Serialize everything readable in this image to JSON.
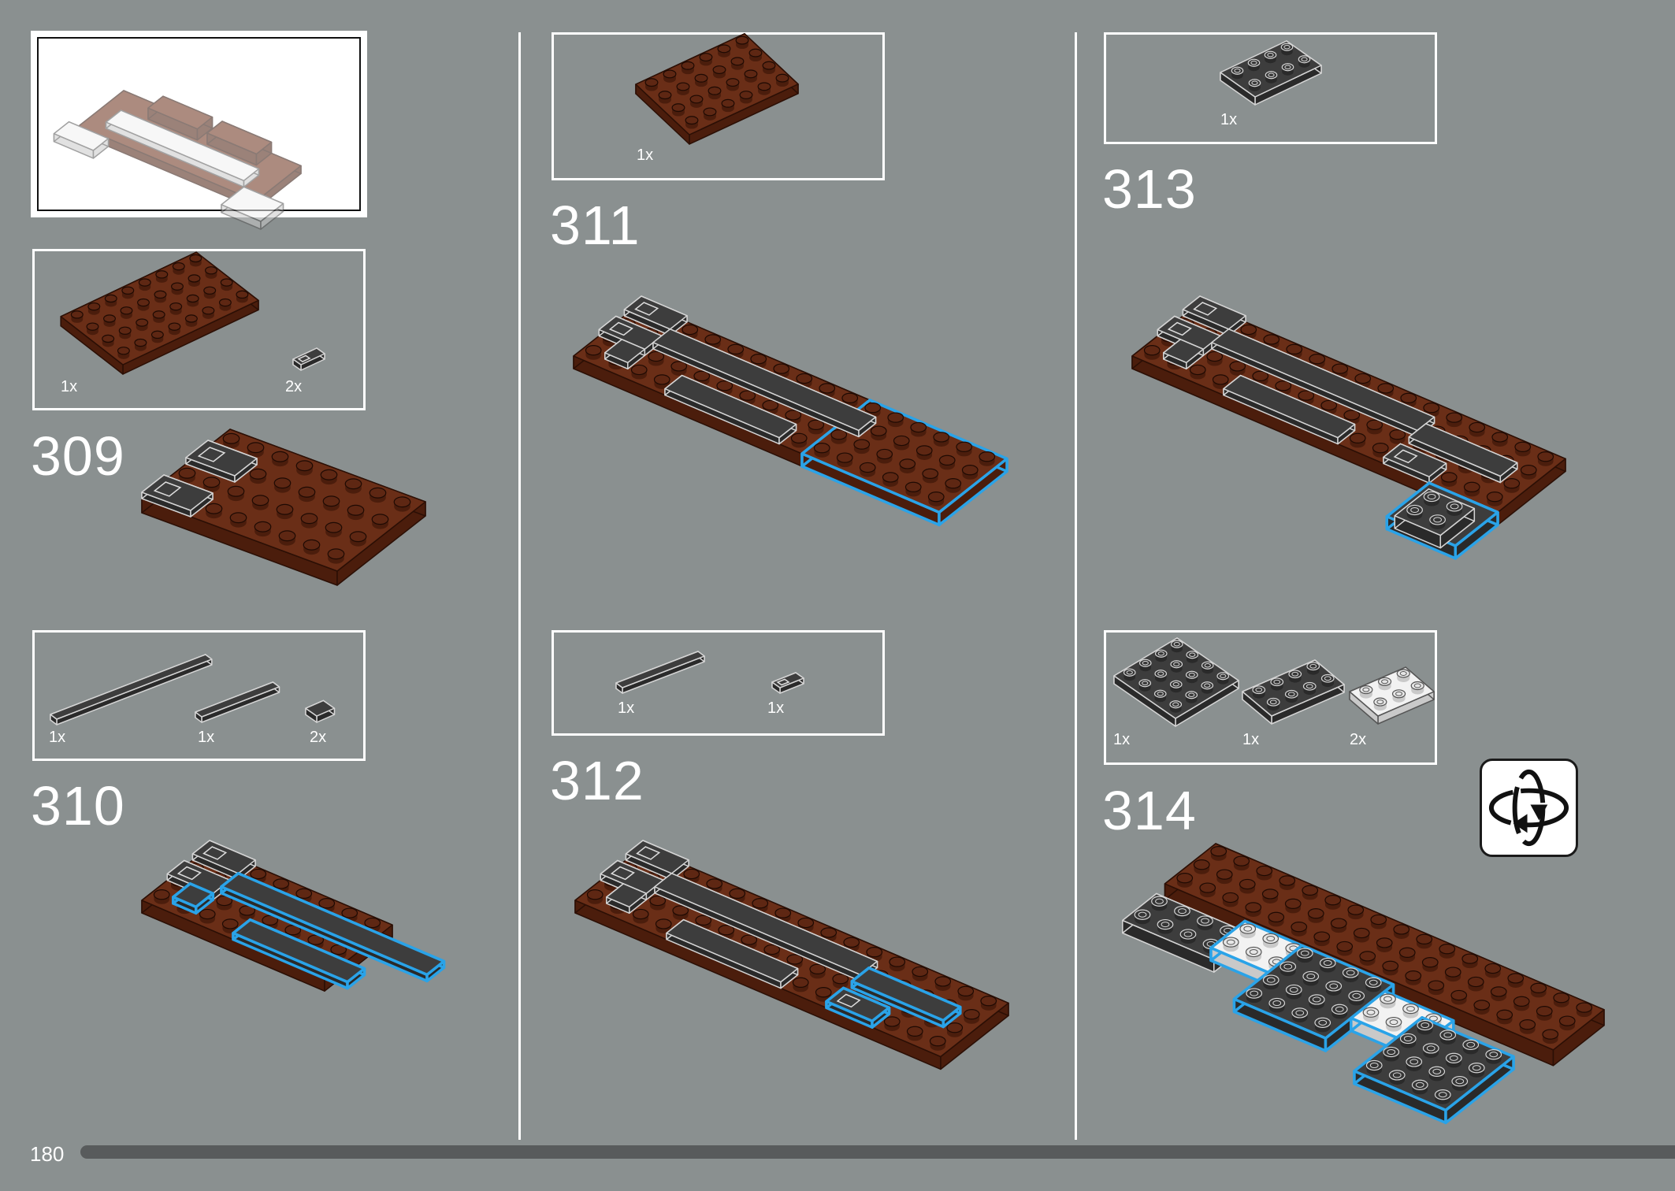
{
  "page": {
    "number": "180"
  },
  "colors": {
    "background": "#8a9090",
    "brown": "#6a2e17",
    "dark_grey": "#3d3d3d",
    "white": "#f2f2f2",
    "highlight": "#2aa3e8",
    "progress_bar": "#585b5c"
  },
  "steps": [
    {
      "number": "309",
      "parts": [
        {
          "count": "1x",
          "part": "brown-plate-4x8"
        },
        {
          "count": "2x",
          "part": "dark-grey-tile-1x2-clip"
        }
      ]
    },
    {
      "number": "310",
      "parts": [
        {
          "count": "1x",
          "part": "dark-grey-tile-1x8"
        },
        {
          "count": "1x",
          "part": "dark-grey-tile-1x4"
        },
        {
          "count": "2x",
          "part": "dark-grey-tile-1x1"
        }
      ]
    },
    {
      "number": "311",
      "parts": [
        {
          "count": "1x",
          "part": "brown-plate-4x6"
        }
      ]
    },
    {
      "number": "312",
      "parts": [
        {
          "count": "1x",
          "part": "dark-grey-tile-1x4"
        },
        {
          "count": "1x",
          "part": "dark-grey-tile-1x2-clip"
        }
      ]
    },
    {
      "number": "313",
      "parts": [
        {
          "count": "1x",
          "part": "dark-grey-plate-2x4"
        }
      ]
    },
    {
      "number": "314",
      "parts": [
        {
          "count": "1x",
          "part": "dark-grey-plate-4x4"
        },
        {
          "count": "1x",
          "part": "dark-grey-plate-2x4"
        },
        {
          "count": "2x",
          "part": "white-plate-2x3"
        }
      ]
    }
  ],
  "icons": {
    "rotate": "rotate-model-icon"
  }
}
